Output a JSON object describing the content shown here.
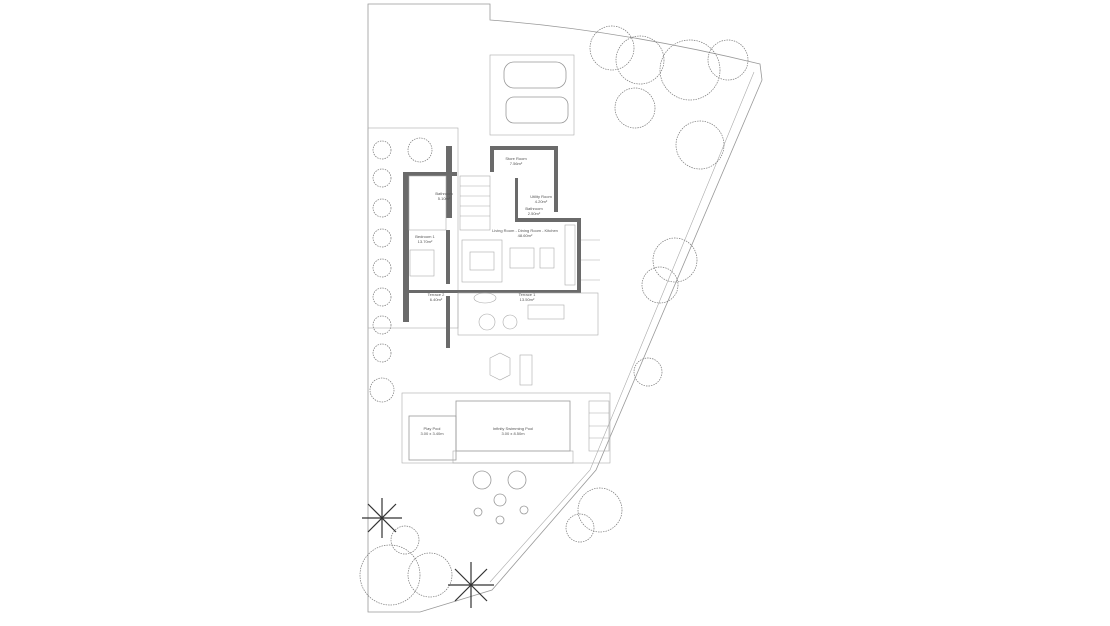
{
  "rooms": [
    {
      "name": "Store Room",
      "area": "7.56m²"
    },
    {
      "name": "Bathroom",
      "area": "5.10m²"
    },
    {
      "name": "Utility Room",
      "area": "4.20m²"
    },
    {
      "name": "Bathroom",
      "area": "2.50m²"
    },
    {
      "name": "Bedroom 1",
      "area": "13.70m²"
    },
    {
      "name": "Living Room - Dining Room - Kitchen",
      "area": "48.60m²"
    },
    {
      "name": "Terrace 2",
      "area": "6.40m²"
    },
    {
      "name": "Terrace 1",
      "area": "13.50m²"
    }
  ],
  "pools": [
    {
      "name": "Play Pool",
      "size": "3.00 x 3.40m"
    },
    {
      "name": "Infinity Swimming Pool",
      "size": "3.00 x 8.50m"
    }
  ],
  "colors": {
    "walls": "#6a6a6a",
    "lines": "#999999",
    "background": "#ffffff"
  }
}
